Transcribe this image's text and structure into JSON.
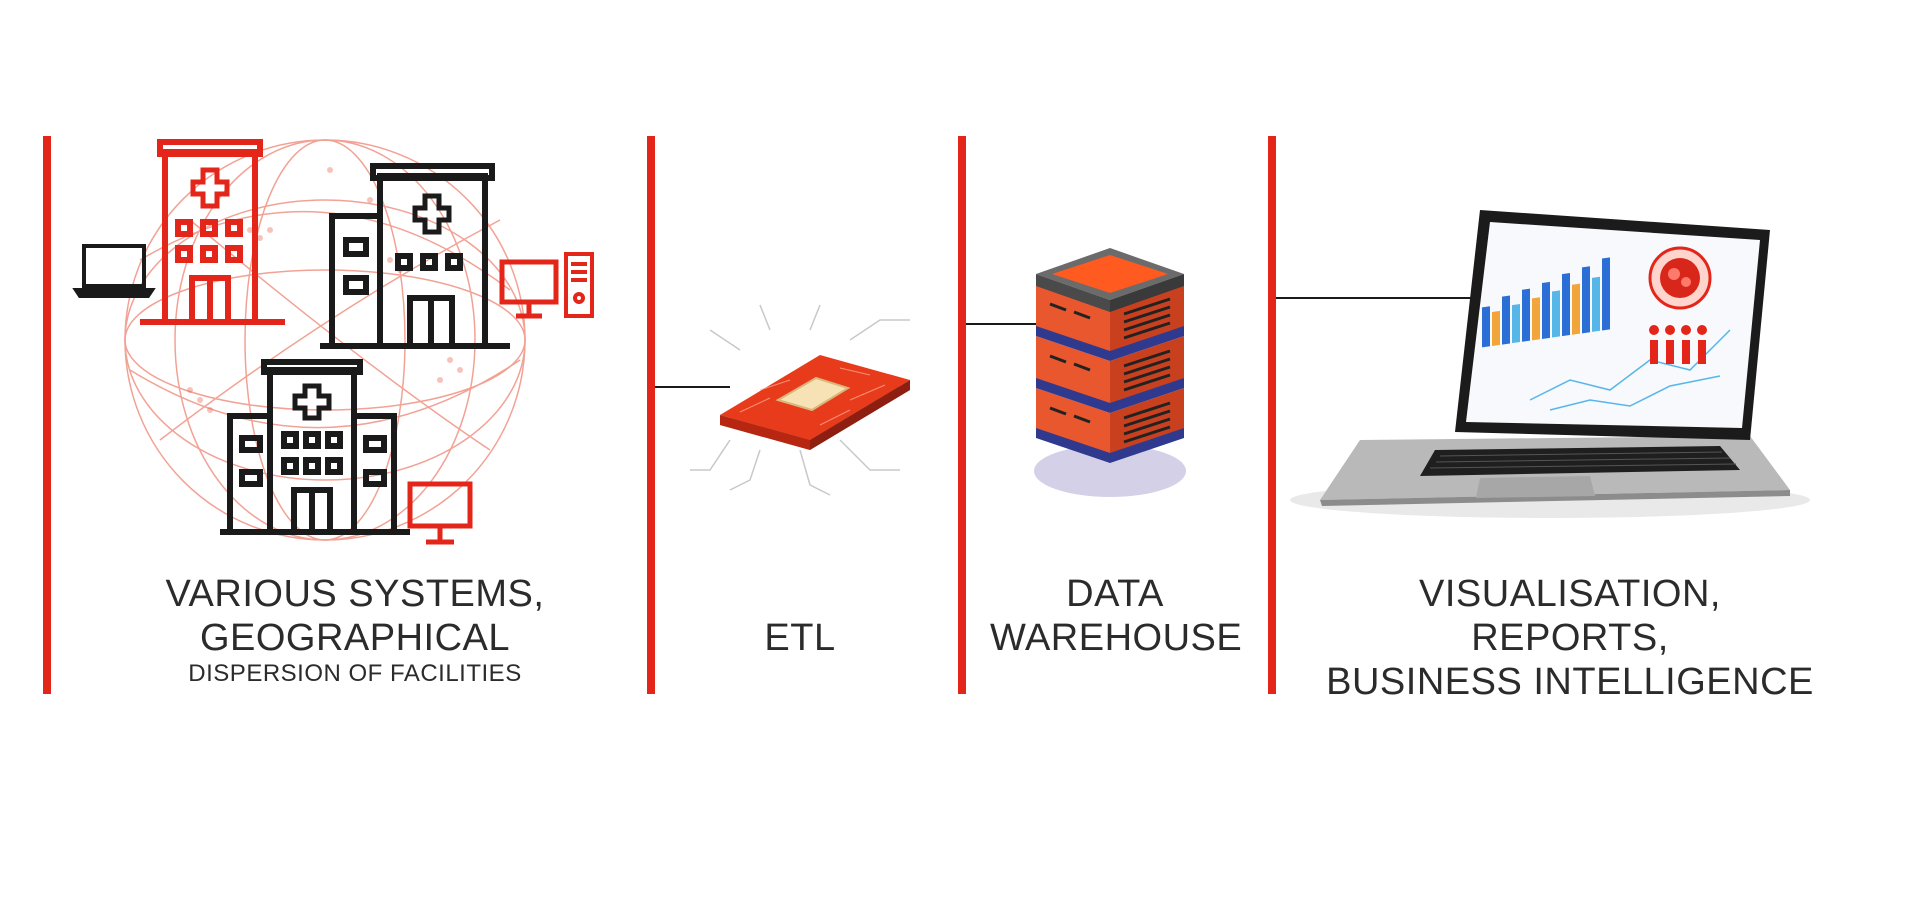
{
  "colors": {
    "accent": "#e32619",
    "dark": "#2b2b2b",
    "line": "#1a1a1a"
  },
  "stages": [
    {
      "id": "sources",
      "line1": "VARIOUS SYSTEMS,",
      "line2": "GEOGRAPHICAL",
      "line3": "DISPERSION OF FACILITIES"
    },
    {
      "id": "etl",
      "label": "ETL"
    },
    {
      "id": "warehouse",
      "line1": "DATA",
      "line2": "WAREHOUSE"
    },
    {
      "id": "bi",
      "line1": "VISUALISATION, REPORTS,",
      "line2": "BUSINESS INTELLIGENCE"
    }
  ],
  "icons": [
    "globe-icon",
    "hospital-icon",
    "laptop-icon",
    "desktop-monitor-icon",
    "computer-tower-icon",
    "cpu-chip-icon",
    "server-stack-icon",
    "laptop-dashboard-icon"
  ]
}
